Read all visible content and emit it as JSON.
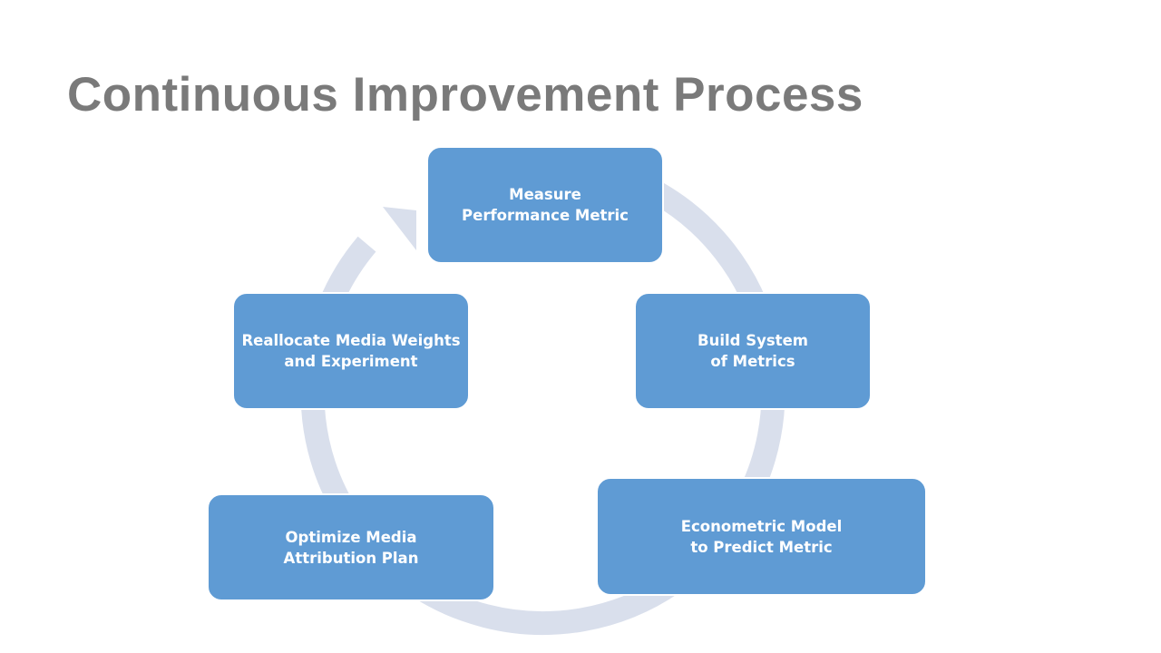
{
  "slide": {
    "title": "Continuous Improvement Process"
  },
  "colors": {
    "title_text": "#7a7a7a",
    "node_fill": "#5f9bd4",
    "node_text": "#ffffff",
    "cycle_ring": "#d9dfec"
  },
  "cycle": {
    "nodes": [
      {
        "id": "measure",
        "lines": [
          "Measure",
          "Performance Metric"
        ]
      },
      {
        "id": "build-system",
        "lines": [
          "Build System",
          "of Metrics"
        ]
      },
      {
        "id": "econometric-model",
        "lines": [
          "Econometric Model",
          "to Predict Metric"
        ]
      },
      {
        "id": "optimize-media",
        "lines": [
          "Optimize Media",
          "Attribution Plan"
        ]
      },
      {
        "id": "reallocate-media",
        "lines": [
          "Reallocate Media Weights",
          "and Experiment"
        ]
      }
    ]
  }
}
